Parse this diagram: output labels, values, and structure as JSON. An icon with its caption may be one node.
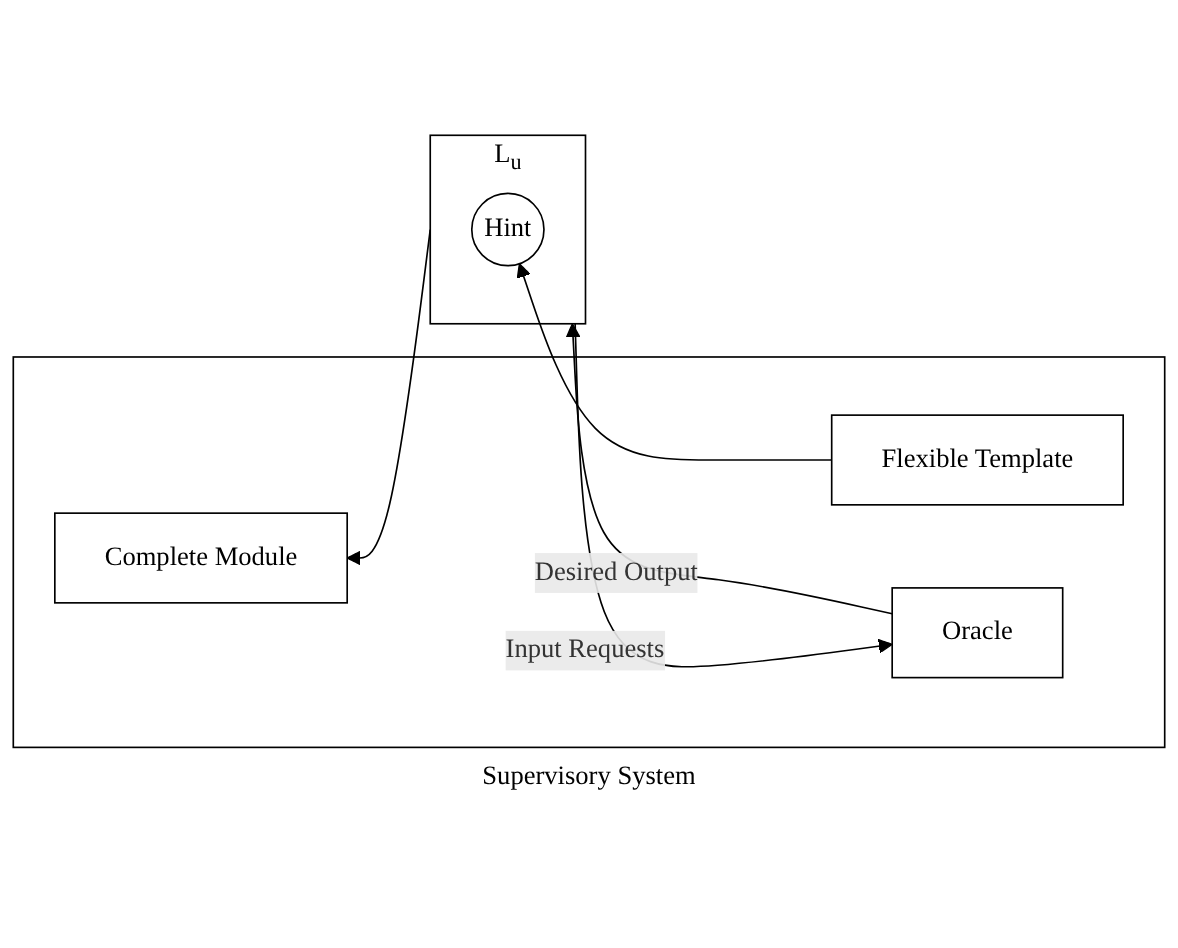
{
  "diagram": {
    "nodes": [
      {
        "text": [
          "Supervisory System"
        ]
      },
      {
        "text": [
          "Oracle"
        ],
        "in": 0
      },
      {
        "text": [
          "Flexible Template"
        ],
        "in": 0
      },
      {
        "text": [
          "Complete Module"
        ],
        "in": 0
      },
      {
        "text": [
          "L$_{u}$"
        ]
      },
      {
        "text": [
          "Hint"
        ],
        "in": 4
      }
    ],
    "edges": [
      {
        "from": 1,
        "to": 4,
        "arrow": "to",
        "label": "Desired Output"
      },
      {
        "from": 4,
        "to": 1,
        "arrow": "to",
        "label": "Input Requests"
      },
      {
        "from": 2,
        "to": 5,
        "arrow": "to"
      },
      {
        "from": 4,
        "to": 3,
        "arrow": "to"
      }
    ]
  }
}
